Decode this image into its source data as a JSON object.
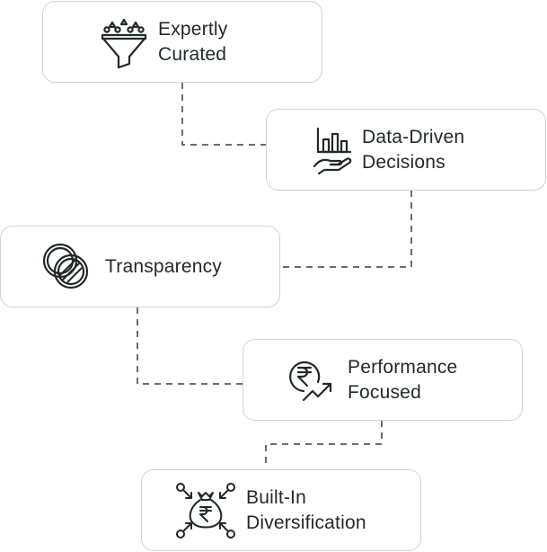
{
  "cards": [
    {
      "id": "expertly-curated",
      "icon": "funnel-icon",
      "lines": [
        "Expertly",
        "Curated"
      ]
    },
    {
      "id": "data-driven",
      "icon": "bar-chart-hand-icon",
      "lines": [
        "Data-Driven",
        "Decisions"
      ]
    },
    {
      "id": "transparency",
      "icon": "overlapping-circles-icon",
      "lines": [
        "Transparency"
      ]
    },
    {
      "id": "performance",
      "icon": "rupee-growth-icon",
      "lines": [
        "Performance",
        "Focused"
      ]
    },
    {
      "id": "diversification",
      "icon": "rupee-moneybag-icon",
      "lines": [
        "Built-In",
        "Diversification"
      ]
    }
  ],
  "colors": {
    "stroke": "#1f2a25",
    "border": "#cfd4d1",
    "dash": "#3a3f3c"
  }
}
